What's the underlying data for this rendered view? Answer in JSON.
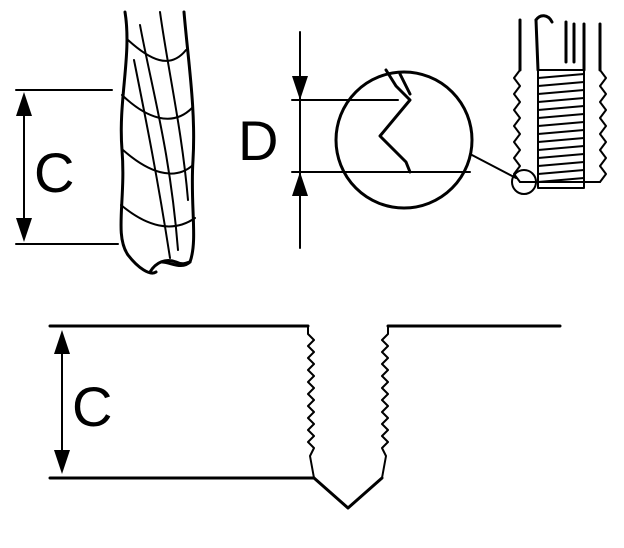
{
  "labels": {
    "drill_depth": "C",
    "thread_depth": "D",
    "hole_depth": "C"
  },
  "colors": {
    "line": "#000000",
    "background": "#ffffff"
  }
}
